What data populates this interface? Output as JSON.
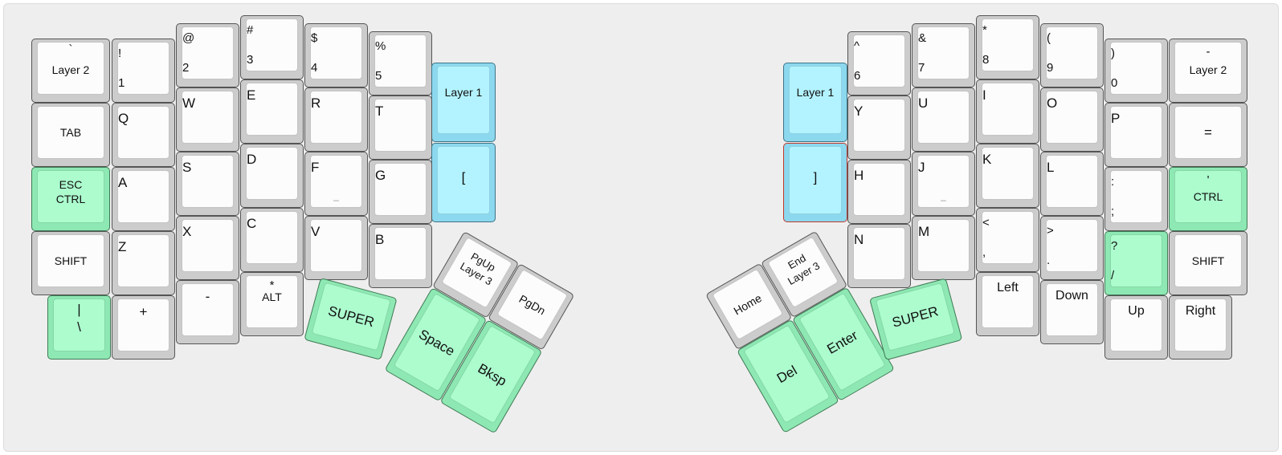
{
  "keys": {
    "l_grave": {
      "top": "`",
      "main": "Layer 2"
    },
    "l_1": {
      "top": "!",
      "bottom": "1"
    },
    "l_2": {
      "top": "@",
      "bottom": "2"
    },
    "l_3": {
      "top": "#",
      "bottom": "3"
    },
    "l_4": {
      "top": "$",
      "bottom": "4"
    },
    "l_5": {
      "top": "%",
      "bottom": "5"
    },
    "l_layer1": {
      "main": "Layer 1"
    },
    "l_tab": {
      "main": "TAB"
    },
    "l_q": {
      "main": "Q"
    },
    "l_w": {
      "main": "W"
    },
    "l_e": {
      "main": "E"
    },
    "l_r": {
      "main": "R"
    },
    "l_t": {
      "main": "T"
    },
    "l_lbracket": {
      "main": "["
    },
    "l_escctrl": {
      "main": "ESC\nCTRL"
    },
    "l_a": {
      "main": "A"
    },
    "l_s": {
      "main": "S"
    },
    "l_d": {
      "main": "D"
    },
    "l_f": {
      "main": "F",
      "underline": "_"
    },
    "l_g": {
      "main": "G"
    },
    "l_shift": {
      "main": "SHIFT"
    },
    "l_z": {
      "main": "Z"
    },
    "l_x": {
      "main": "X"
    },
    "l_c": {
      "main": "C"
    },
    "l_v": {
      "main": "V"
    },
    "l_b": {
      "main": "B"
    },
    "l_pipe": {
      "main": "|\n\\"
    },
    "l_plus": {
      "main": "+"
    },
    "l_minus": {
      "main": "-"
    },
    "l_alt": {
      "top": "*",
      "main": "ALT"
    },
    "l_super": {
      "main": "SUPER"
    },
    "l_space": {
      "main": "Space"
    },
    "l_bksp": {
      "main": "Bksp"
    },
    "l_pgup": {
      "main": "PgUp\nLayer 3"
    },
    "l_pgdn": {
      "main": "PgDn"
    },
    "r_6": {
      "top": "^",
      "bottom": "6"
    },
    "r_7": {
      "top": "&",
      "bottom": "7"
    },
    "r_8": {
      "top": "*",
      "bottom": "8"
    },
    "r_9": {
      "top": "(",
      "bottom": "9"
    },
    "r_0": {
      "top": ")",
      "bottom": "0"
    },
    "r_minus": {
      "top": "-",
      "main": "Layer 2"
    },
    "r_layer1": {
      "main": "Layer 1"
    },
    "r_y": {
      "main": "Y"
    },
    "r_u": {
      "main": "U"
    },
    "r_i": {
      "main": "I"
    },
    "r_o": {
      "main": "O"
    },
    "r_p": {
      "main": "P"
    },
    "r_equal": {
      "main": "="
    },
    "r_rbracket": {
      "main": "]"
    },
    "r_h": {
      "main": "H"
    },
    "r_j": {
      "main": "J",
      "underline": "_"
    },
    "r_k": {
      "main": "K"
    },
    "r_l": {
      "main": "L"
    },
    "r_semicolon": {
      "top": ":",
      "bottom": ";"
    },
    "r_ctrl": {
      "top": "'",
      "main": "CTRL"
    },
    "r_n": {
      "main": "N"
    },
    "r_m": {
      "main": "M"
    },
    "r_comma": {
      "top": "<",
      "bottom": ","
    },
    "r_period": {
      "top": ">",
      "bottom": "."
    },
    "r_slash": {
      "top": "?",
      "bottom": "/"
    },
    "r_shift": {
      "main": "SHIFT"
    },
    "r_left": {
      "main": "Left"
    },
    "r_down": {
      "main": "Down"
    },
    "r_up": {
      "main": "Up"
    },
    "r_right": {
      "main": "Right"
    },
    "r_home": {
      "main": "Home"
    },
    "r_end": {
      "main": "End\nLayer 3"
    },
    "r_del": {
      "main": "Del"
    },
    "r_enter": {
      "main": "Enter"
    },
    "r_super": {
      "main": "SUPER"
    }
  },
  "colors": {
    "key_default": "#cccccc",
    "key_green": "#8ee8b3",
    "key_blue": "#8cd8ee",
    "background": "#eeeeee"
  }
}
